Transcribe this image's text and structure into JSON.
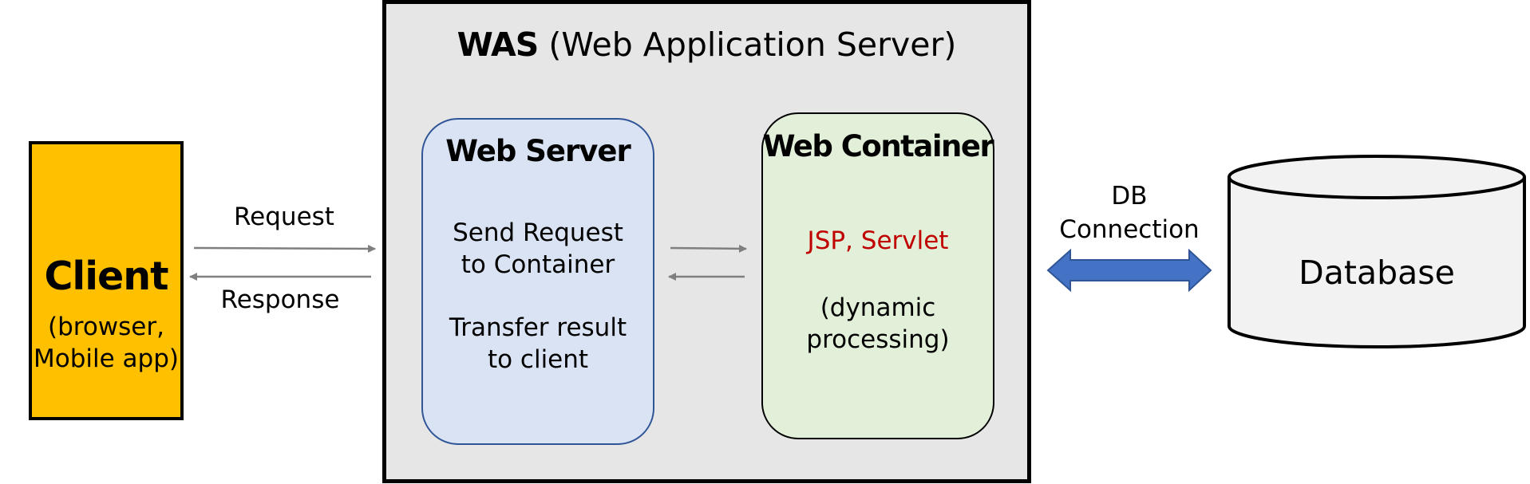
{
  "client": {
    "title": "Client",
    "subtitle_line1": "(browser,",
    "subtitle_line2": "Mobile app)",
    "color": "#FFC000"
  },
  "arrows": {
    "request_label": "Request",
    "response_label": "Response"
  },
  "was": {
    "title_bold": "WAS",
    "title_rest": "(Web Application Server)",
    "background": "#E6E6E6"
  },
  "web_server": {
    "title": "Web Server",
    "text1_line1": "Send Request",
    "text1_line2": "to Container",
    "text2_line1": "Transfer result",
    "text2_line2": "to client",
    "background": "#DAE3F3",
    "border": "#2F5597"
  },
  "web_container": {
    "title": "Web Container",
    "tech": "JSP, Servlet",
    "desc_line1": "(dynamic",
    "desc_line2": "processing)",
    "background": "#E2F0D9",
    "tech_color": "#C00000"
  },
  "db_connection": {
    "line1": "DB",
    "line2": "Connection",
    "arrow_color": "#4472C4",
    "arrow_icon": "double-headed-arrow"
  },
  "database": {
    "label": "Database",
    "icon": "cylinder"
  }
}
